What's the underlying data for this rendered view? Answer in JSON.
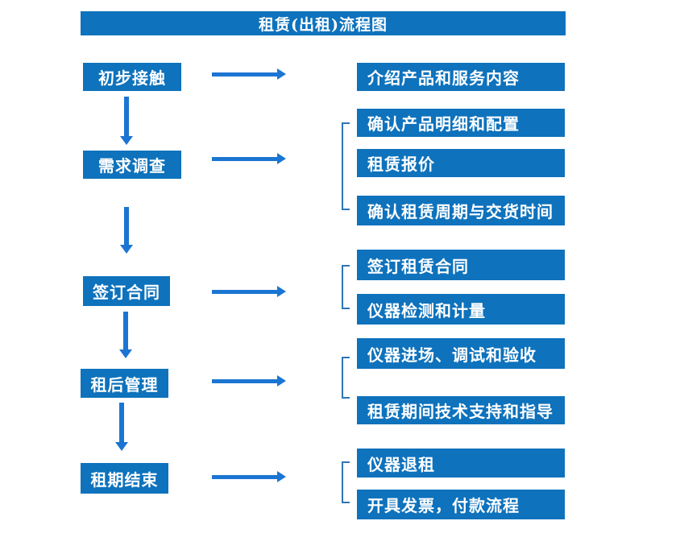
{
  "title": "租赁(出租)流程图",
  "stages": [
    {
      "label": "初步接触"
    },
    {
      "label": "需求调查"
    },
    {
      "label": "签订合同"
    },
    {
      "label": "租后管理"
    },
    {
      "label": "租期结束"
    }
  ],
  "details": [
    {
      "label": "介绍产品和服务内容"
    },
    {
      "label": "确认产品明细和配置"
    },
    {
      "label": "租赁报价"
    },
    {
      "label": "确认租赁周期与交货时间"
    },
    {
      "label": "签订租赁合同"
    },
    {
      "label": "仪器检测和计量"
    },
    {
      "label": "仪器进场、调试和验收"
    },
    {
      "label": "租赁期间技术支持和指导"
    },
    {
      "label": "仪器退租"
    },
    {
      "label": "开具发票，付款流程"
    }
  ],
  "colors": {
    "box_blue": "#0e72bc",
    "arrow_blue": "#1b75d2",
    "bracket_blue": "#2e75b6",
    "text_white": "#ffffff",
    "background": "#ffffff"
  }
}
